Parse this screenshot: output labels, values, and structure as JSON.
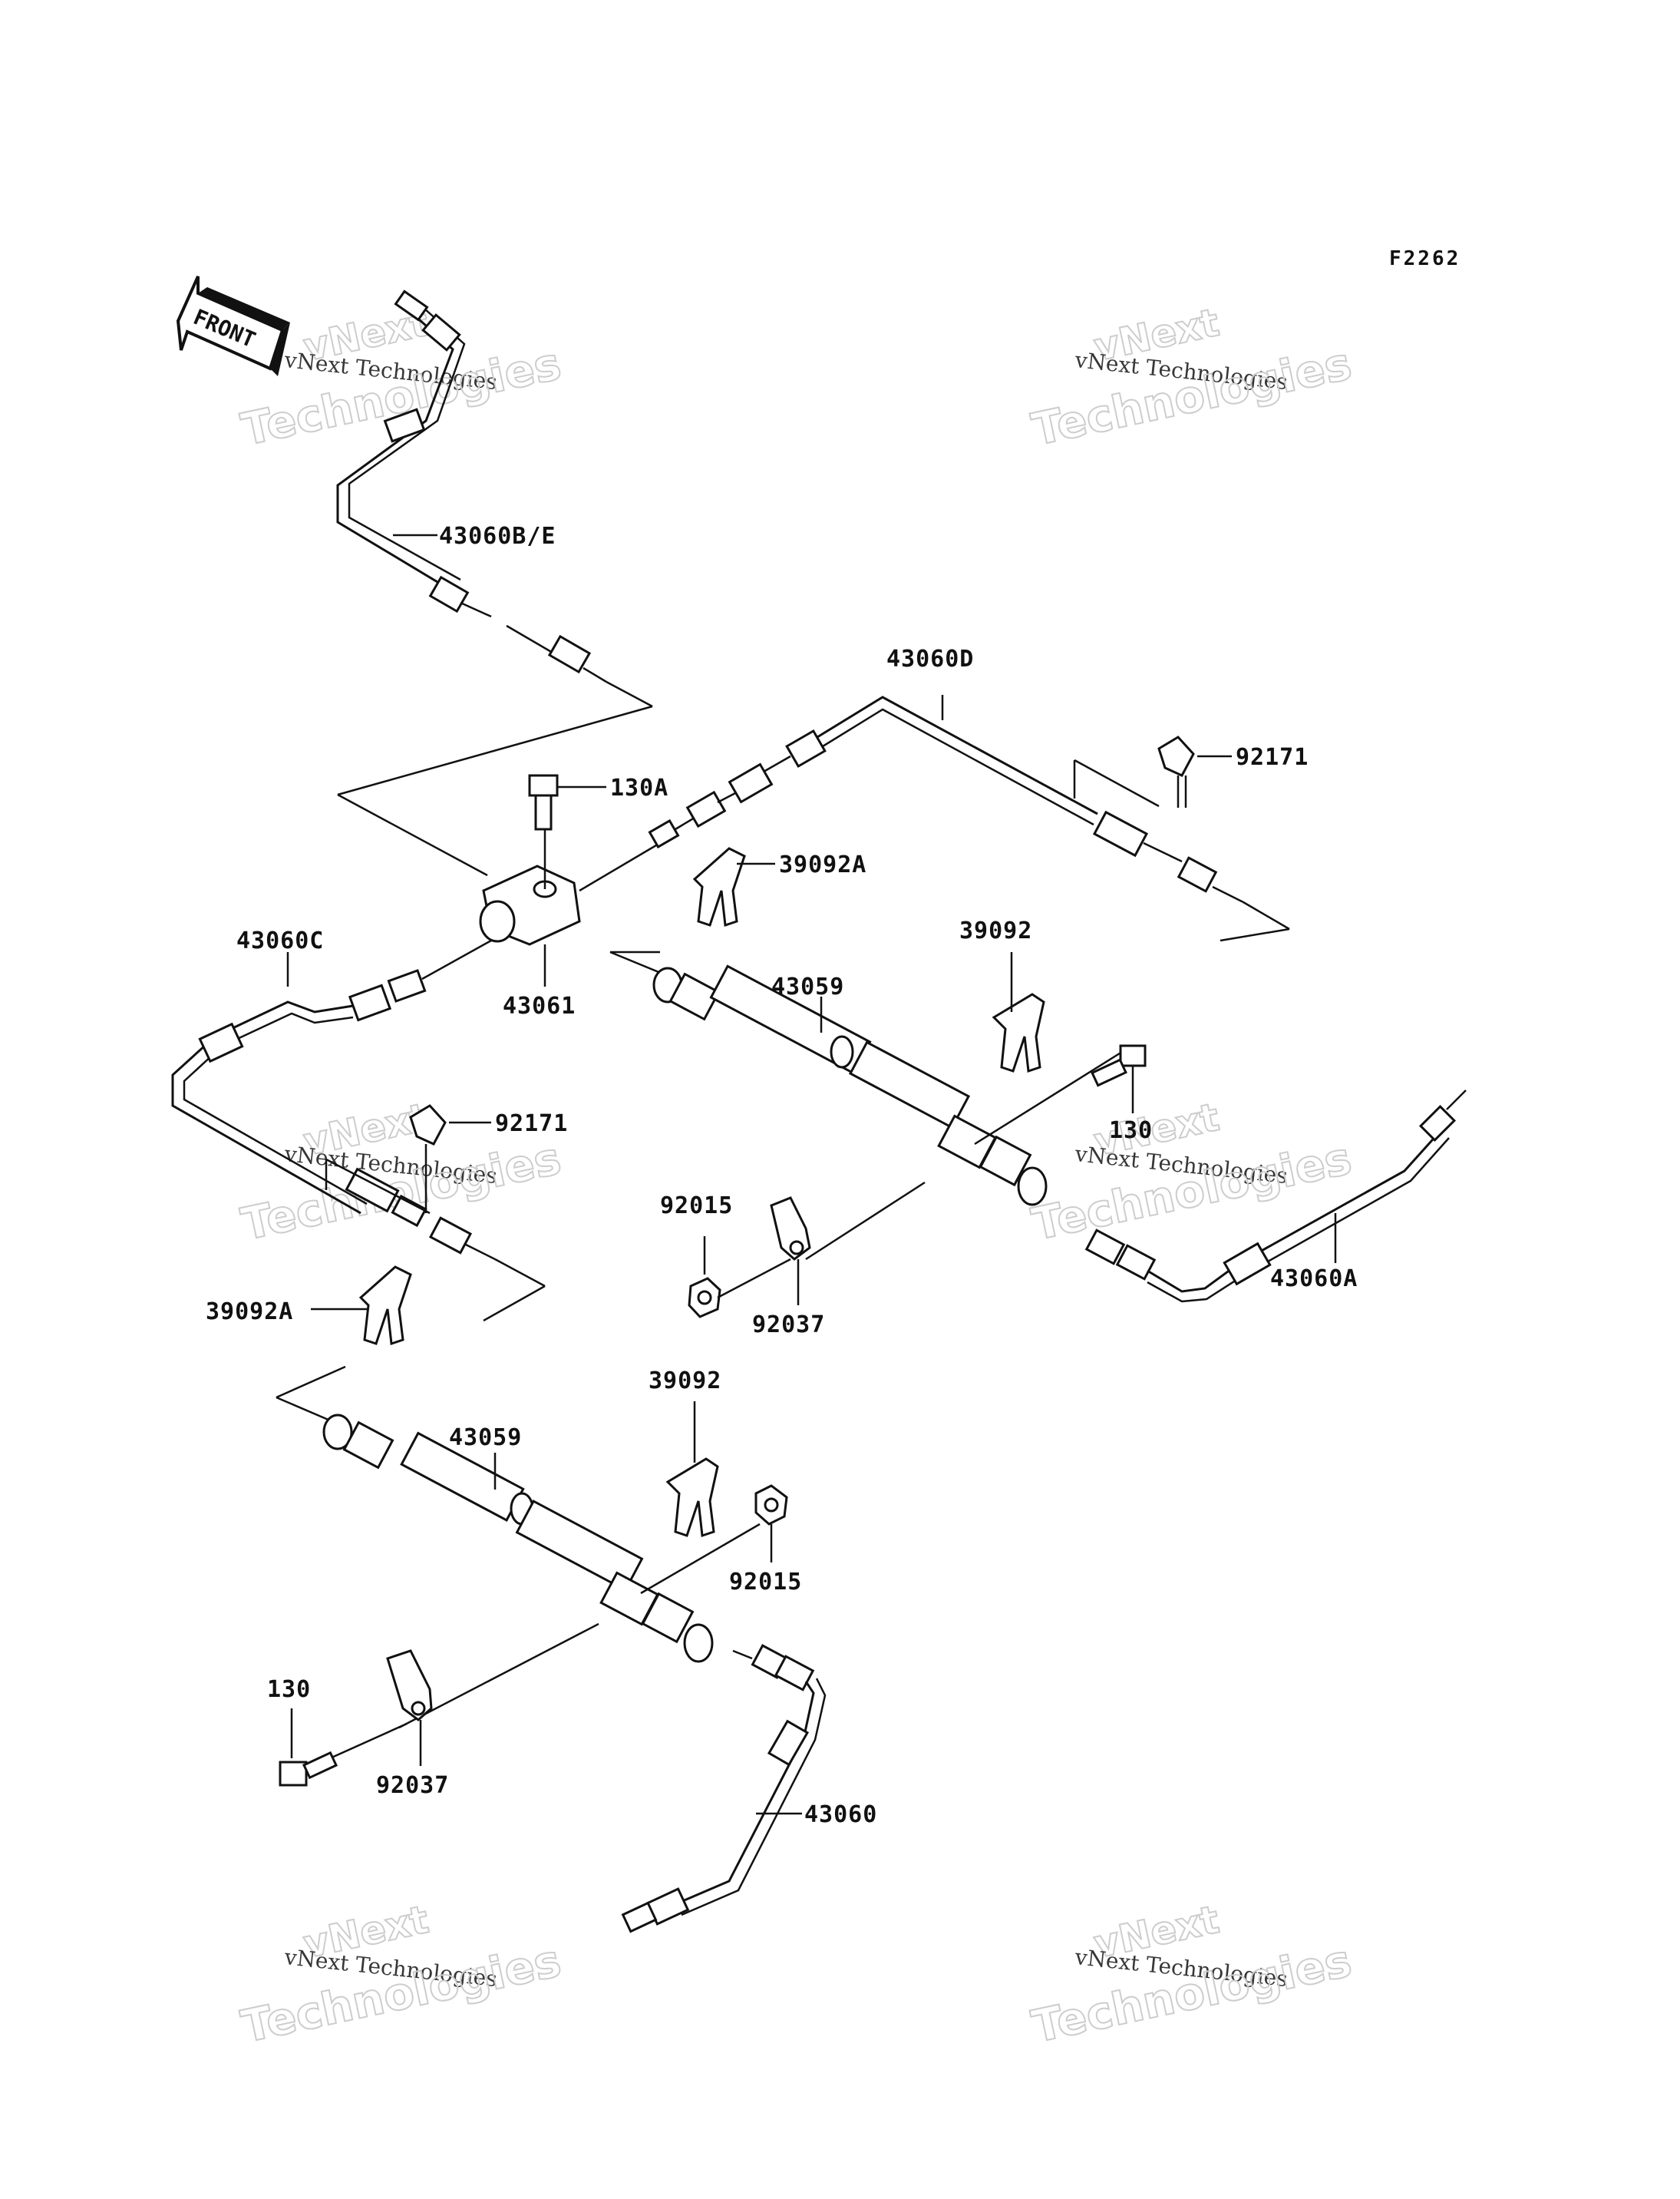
{
  "figure_code": "F2262",
  "front_label": "FRONT",
  "watermark": {
    "line1": "vNext",
    "line2": "vNext Technologies",
    "line3": "Technologies"
  },
  "callouts": {
    "c43060BE": "43060B/E",
    "c43060D": "43060D",
    "c130A": "130A",
    "c92171_top": "92171",
    "c39092A_top": "39092A",
    "c43060C": "43060C",
    "c43061": "43061",
    "c39092_top": "39092",
    "c43059_top": "43059",
    "c130_right": "130",
    "c92171_mid": "92171",
    "c92015_mid": "92015",
    "c92037_mid": "92037",
    "c43060A": "43060A",
    "c39092A_bottom": "39092A",
    "c39092_bottom": "39092",
    "c43059_bottom": "43059",
    "c92015_bottom": "92015",
    "c130_left": "130",
    "c92037_bottom": "92037",
    "c43060": "43060"
  }
}
